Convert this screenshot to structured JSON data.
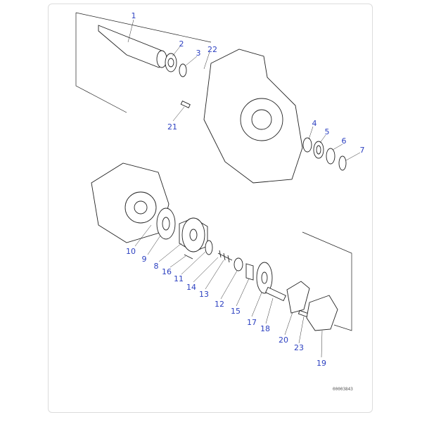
{
  "diagram": {
    "callouts": [
      "1",
      "2",
      "3",
      "22",
      "21",
      "4",
      "5",
      "6",
      "7",
      "10",
      "9",
      "8",
      "16",
      "11",
      "14",
      "13",
      "12",
      "15",
      "17",
      "18",
      "20",
      "23",
      "19"
    ],
    "drawing_code": "00003843",
    "label_color": "#2b3fc0"
  }
}
